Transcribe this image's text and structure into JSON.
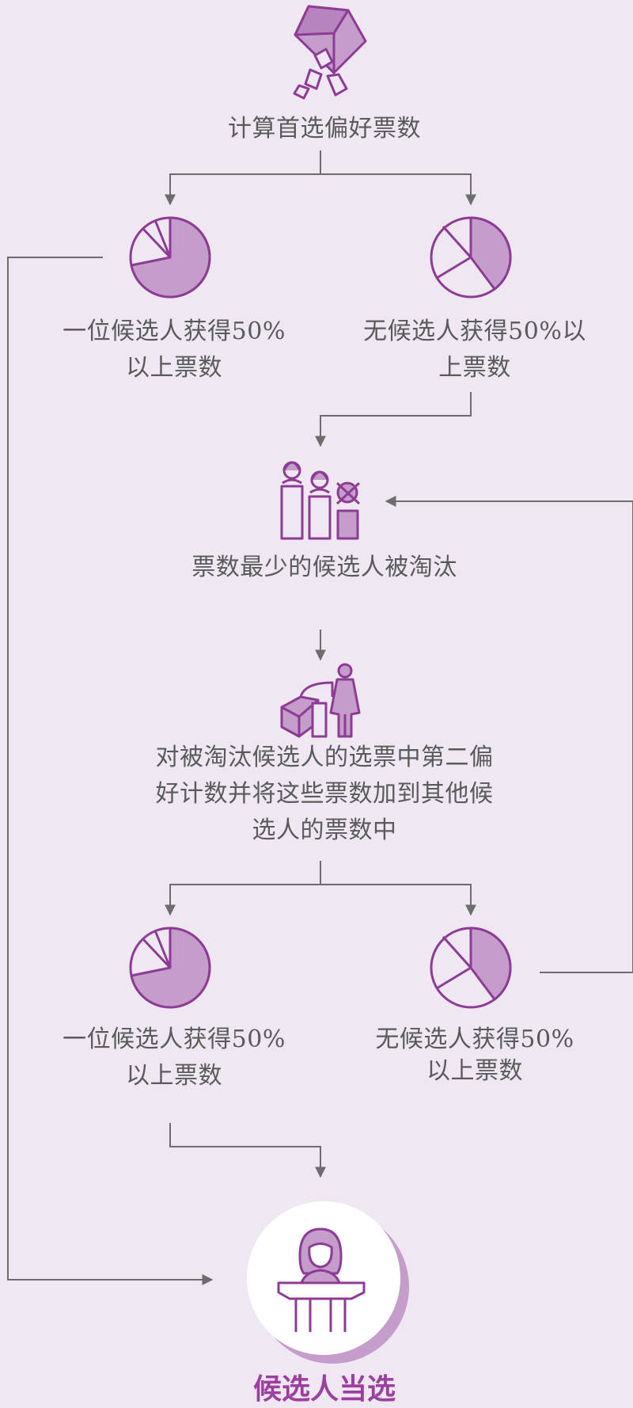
{
  "steps": {
    "count_first": "计算首选偏好票数",
    "branch1_majority_line1": "一位候选人获得50%",
    "branch1_majority_line2": "以上票数",
    "branch1_none_line1": "无候选人获得50%以",
    "branch1_none_line2": "上票数",
    "eliminate": "票数最少的候选人被淘汰",
    "redistribute_line1": "对被淘汰候选人的选票中第二偏",
    "redistribute_line2": "好计数并将这些票数加到其他候",
    "redistribute_line3": "选人的票数中",
    "branch2_majority_line1": "一位候选人获得50%",
    "branch2_majority_line2": "以上票数",
    "branch2_none_line1": "无候选人获得50%",
    "branch2_none_line2": "以上票数",
    "elected": "候选人当选"
  },
  "colors": {
    "background": "#efe7f2",
    "accent": "#9c3fa0",
    "accent_light": "#c59dcb",
    "line": "#6d6d6d"
  },
  "icons": [
    "ballot-box-icon",
    "pie-chart-icon",
    "candidates-eliminated-icon",
    "ballot-transfer-icon",
    "elected-candidate-icon"
  ]
}
